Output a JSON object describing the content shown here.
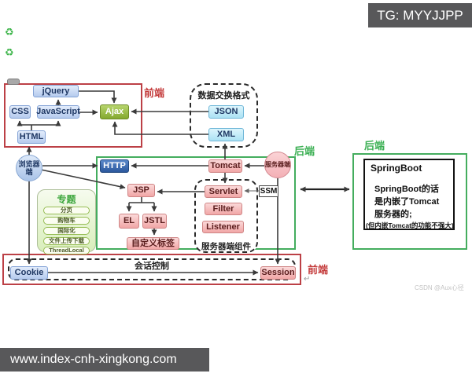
{
  "banners": {
    "top": "TG: MYYJJPP",
    "bottom": "www.index-cnh-xingkong.com"
  },
  "watermark": "CSDN @Aux心径",
  "icons": {
    "recycle": "♻",
    "return_mark": "↵"
  },
  "regions": {
    "frontend_label": "前端",
    "backend_label": "后端",
    "data_exchange_label": "数据交换格式",
    "server_components_label": "服务器端组件",
    "session_control_label": "会话控制",
    "topics_label": "专题"
  },
  "nodes": {
    "jquery": "jQuery",
    "css": "CSS",
    "javascript": "JavaScript",
    "html": "HTML",
    "ajax": "Ajax",
    "json": "JSON",
    "xml": "XML",
    "http": "HTTP",
    "browser": "浏览器端",
    "server": "服务器端",
    "tomcat": "Tomcat",
    "jsp": "JSP",
    "servlet": "Servlet",
    "ssm": "SSM",
    "el": "EL",
    "jstl": "JSTL",
    "filter": "Filter",
    "listener": "Listener",
    "custom_tag": "自定义标签",
    "cookie": "Cookie",
    "session": "Session"
  },
  "topics": {
    "items": [
      "分页",
      "购物车",
      "国际化",
      "文件上传下载",
      "ThreadLocal"
    ]
  },
  "springboot": {
    "title": "SpringBoot",
    "body": "SpringBoot的话\n是内嵌了Tomcat\n服务器的;",
    "note": "(但内嵌Tomcat的功能不强大)"
  },
  "colors": {
    "frontend_accent": "#c43b3b",
    "backend_accent": "#3cb054",
    "banner_bg": "#58585a"
  }
}
